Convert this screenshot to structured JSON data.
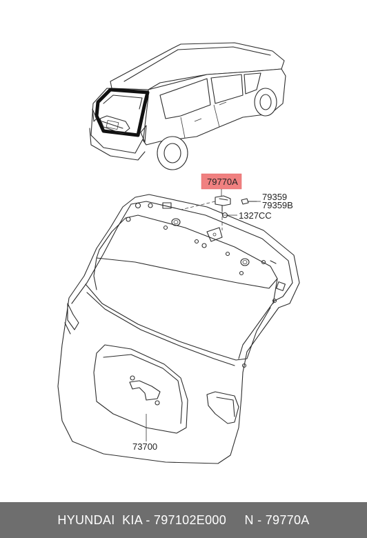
{
  "callouts": {
    "highlighted_part": "79770A",
    "screw_a": "79359",
    "screw_b": "79359B",
    "nut": "1327CC",
    "tailgate": "73700"
  },
  "footer": {
    "text": "HYUNDAI  KIA - 797102E000     N - 79770A"
  },
  "colors": {
    "highlight": "#f08080",
    "footer_bg": "#6e6e6e",
    "footer_text": "#ffffff"
  }
}
